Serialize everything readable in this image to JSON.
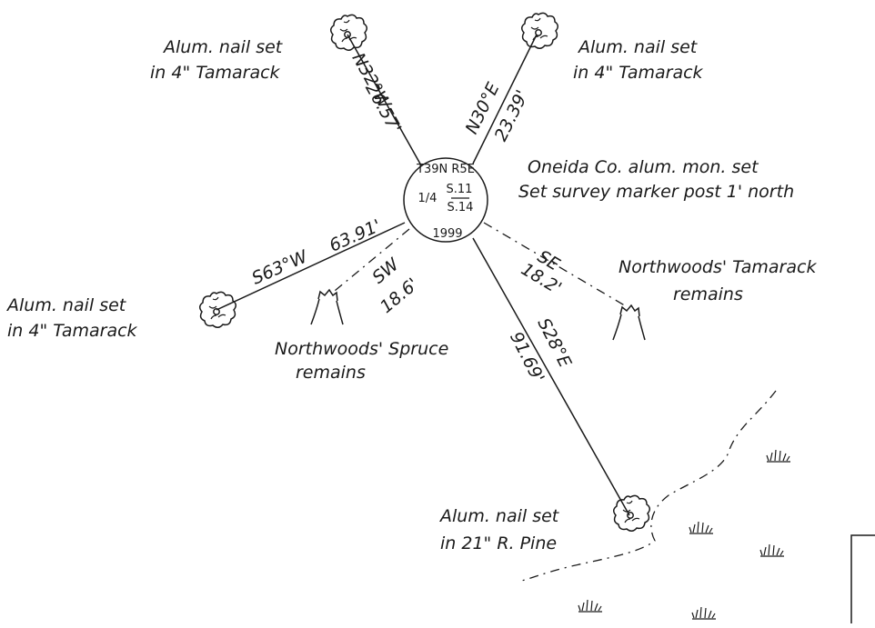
{
  "colors": {
    "ink": "#1a1a1a",
    "paper": "#ffffff"
  },
  "monument": {
    "township_range": "T39N R5E",
    "quarter": "1/4",
    "section_top": "S.11",
    "section_bottom": "S.14",
    "year": "1999",
    "description_line1": "Oneida Co. alum. mon. set",
    "description_line2": "Set survey marker post 1' north"
  },
  "witnesses": {
    "nw": {
      "bearing": "N32°W",
      "distance": "26.57'",
      "label_line1": "Alum. nail set",
      "label_line2": "in 4\" Tamarack",
      "icon": "tree-icon"
    },
    "ne": {
      "bearing": "N30°E",
      "distance": "23.39'",
      "label_line1": "Alum. nail set",
      "label_line2": "in 4\" Tamarack",
      "icon": "tree-icon"
    },
    "w": {
      "bearing": "S63°W",
      "distance": "63.91'",
      "label_line1": "Alum. nail set",
      "label_line2": "in 4\" Tamarack",
      "icon": "tree-icon"
    },
    "sw": {
      "bearing": "SW",
      "distance": "18.6'",
      "label_line1": "Northwoods' Spruce",
      "label_line2": "remains",
      "icon": "stump-icon"
    },
    "se": {
      "bearing": "SE",
      "distance": "18.2'",
      "label_line1": "Northwoods' Tamarack",
      "label_line2": "remains",
      "icon": "stump-icon"
    },
    "s": {
      "bearing": "S28°E",
      "distance": "91.69'",
      "label_line1": "Alum. nail set",
      "label_line2": "in 21\" R. Pine",
      "icon": "tree-icon"
    }
  },
  "marsh_symbols": [
    "marsh-icon",
    "marsh-icon",
    "marsh-icon",
    "marsh-icon",
    "marsh-icon"
  ]
}
